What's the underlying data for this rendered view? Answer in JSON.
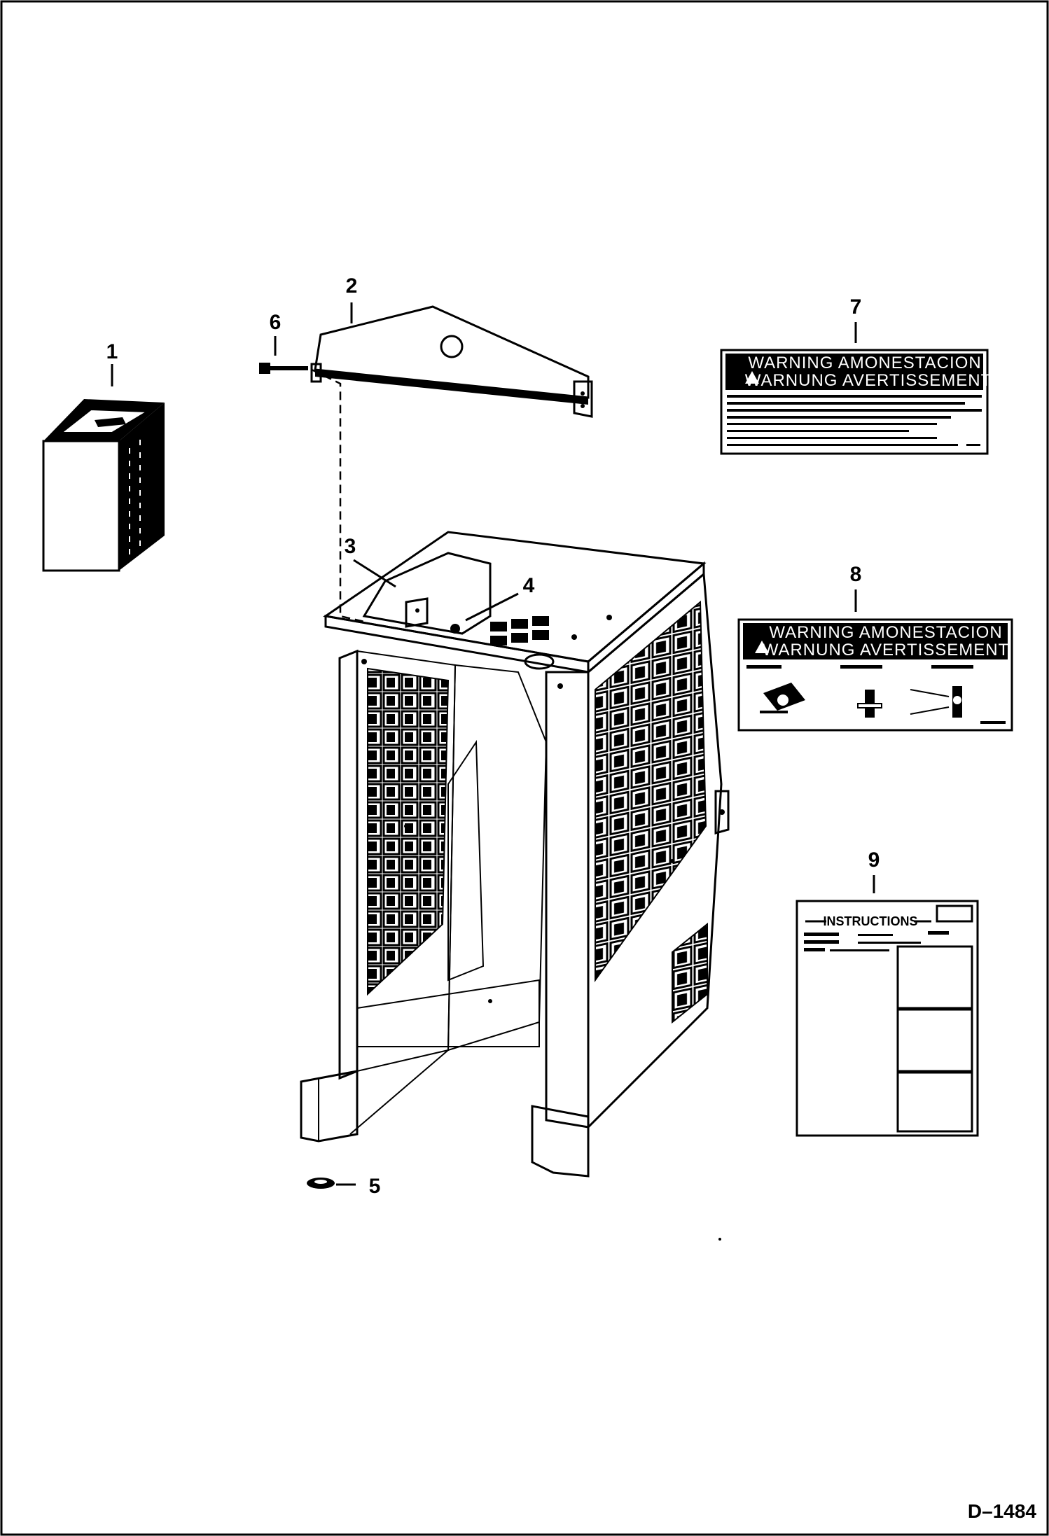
{
  "callouts": {
    "c1": "1",
    "c2": "2",
    "c3": "3",
    "c4": "4",
    "c5": "5",
    "c6": "6",
    "c7": "7",
    "c8": "8",
    "c9": "9"
  },
  "decal_7": {
    "line1": "WARNING AMONESTACION",
    "line2": "WARNUNG AVERTISSEMENT"
  },
  "decal_8": {
    "line1": "WARNING AMONESTACION",
    "line2": "WARNUNG AVERTISSEMENT"
  },
  "decal_9": {
    "title": "INSTRUCTIONS"
  },
  "figure_id": "D–1484",
  "colors": {
    "ink": "#000000",
    "paper": "#ffffff"
  }
}
